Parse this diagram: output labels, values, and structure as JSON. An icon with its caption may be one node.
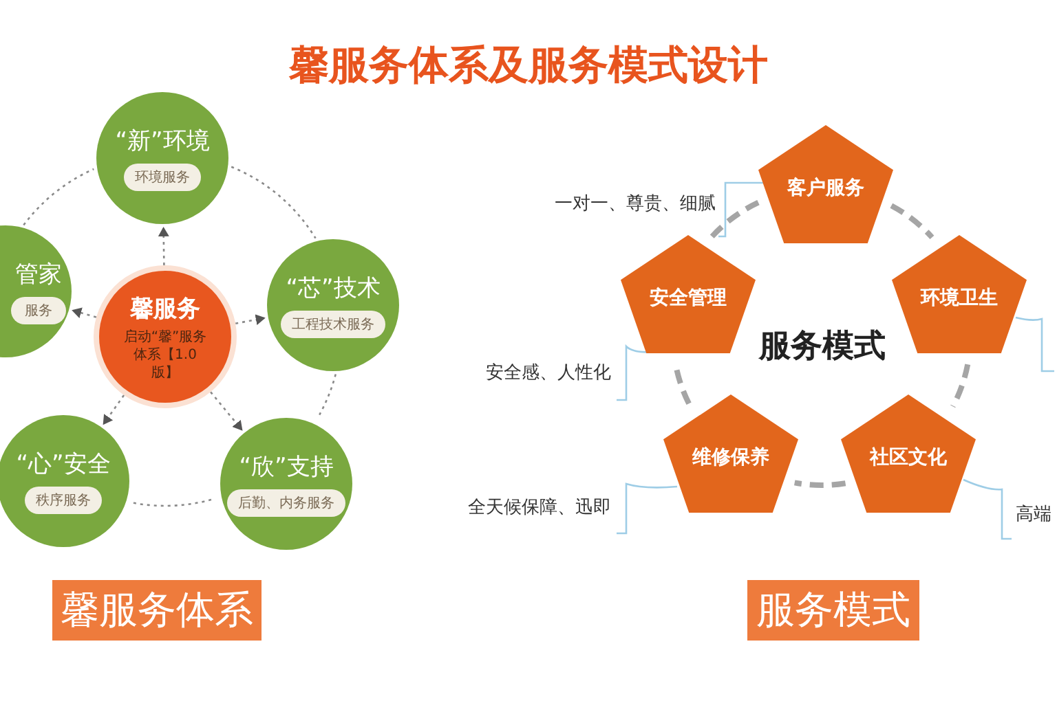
{
  "diagram": {
    "title": "馨服务体系及服务模式设计",
    "nodes": [
      {
        "text": [
          "馨服务",
          "启动“馨”服务体系【1.0版】"
        ]
      },
      {
        "text": [
          "“新”环境",
          "环境服务"
        ]
      },
      {
        "text": [
          "“芯”技术",
          "工程技术服务"
        ]
      },
      {
        "text": [
          "“欣”支持",
          "后勤、内务服务"
        ]
      },
      {
        "text": [
          "“心”安全",
          "秩序服务"
        ]
      },
      {
        "text": [
          "管家",
          "服务"
        ]
      },
      {
        "text": [
          "客户服务"
        ]
      },
      {
        "text": [
          "环境卫生"
        ]
      },
      {
        "text": [
          "社区文化"
        ]
      },
      {
        "text": [
          "维修保养"
        ]
      },
      {
        "text": [
          "安全管理"
        ]
      },
      {
        "text": [
          "一对一、尊贵、细腻"
        ]
      },
      {
        "text": [
          "安全感、人性化"
        ]
      },
      {
        "text": [
          "全天候保障、迅即"
        ]
      },
      {
        "text": [
          "高端"
        ]
      },
      {
        "text": [
          "馨服务体系"
        ]
      },
      {
        "text": [
          "服务模式"
        ]
      }
    ],
    "edges": [
      {
        "from": 0,
        "to": 1,
        "arrow": "to",
        "style": "dashed"
      },
      {
        "from": 0,
        "to": 2,
        "arrow": "to",
        "style": "dashed"
      },
      {
        "from": 0,
        "to": 3,
        "arrow": "to",
        "style": "dashed"
      },
      {
        "from": 0,
        "to": 4,
        "arrow": "to",
        "style": "dashed"
      },
      {
        "from": 0,
        "to": 5,
        "arrow": "to",
        "style": "dashed"
      },
      {
        "from": 5,
        "to": 1,
        "arrow": "none",
        "style": "dashed"
      },
      {
        "from": 1,
        "to": 2,
        "arrow": "none",
        "style": "dashed"
      },
      {
        "from": 2,
        "to": 3,
        "arrow": "none",
        "style": "dashed"
      },
      {
        "from": 3,
        "to": 4,
        "arrow": "none",
        "style": "dashed"
      },
      {
        "from": 6,
        "to": 7,
        "arrow": "none",
        "style": "dashed"
      },
      {
        "from": 7,
        "to": 8,
        "arrow": "none",
        "style": "dashed"
      },
      {
        "from": 8,
        "to": 9,
        "arrow": "none",
        "style": "dashed"
      },
      {
        "from": 9,
        "to": 10,
        "arrow": "none",
        "style": "dashed"
      },
      {
        "from": 10,
        "to": 6,
        "arrow": "none",
        "style": "dashed"
      },
      {
        "from": 11,
        "to": 6,
        "arrow": "none",
        "color": "#9ecde6"
      },
      {
        "from": 12,
        "to": 10,
        "arrow": "none",
        "color": "#9ecde6"
      },
      {
        "from": 13,
        "to": 9,
        "arrow": "none",
        "color": "#9ecde6"
      },
      {
        "from": 14,
        "to": 8,
        "arrow": "none",
        "color": "#9ecde6"
      },
      {
        "from": null,
        "to": 7,
        "arrow": "none",
        "color": "#9ecde6"
      }
    ],
    "labels": [
      "服务模式"
    ]
  }
}
